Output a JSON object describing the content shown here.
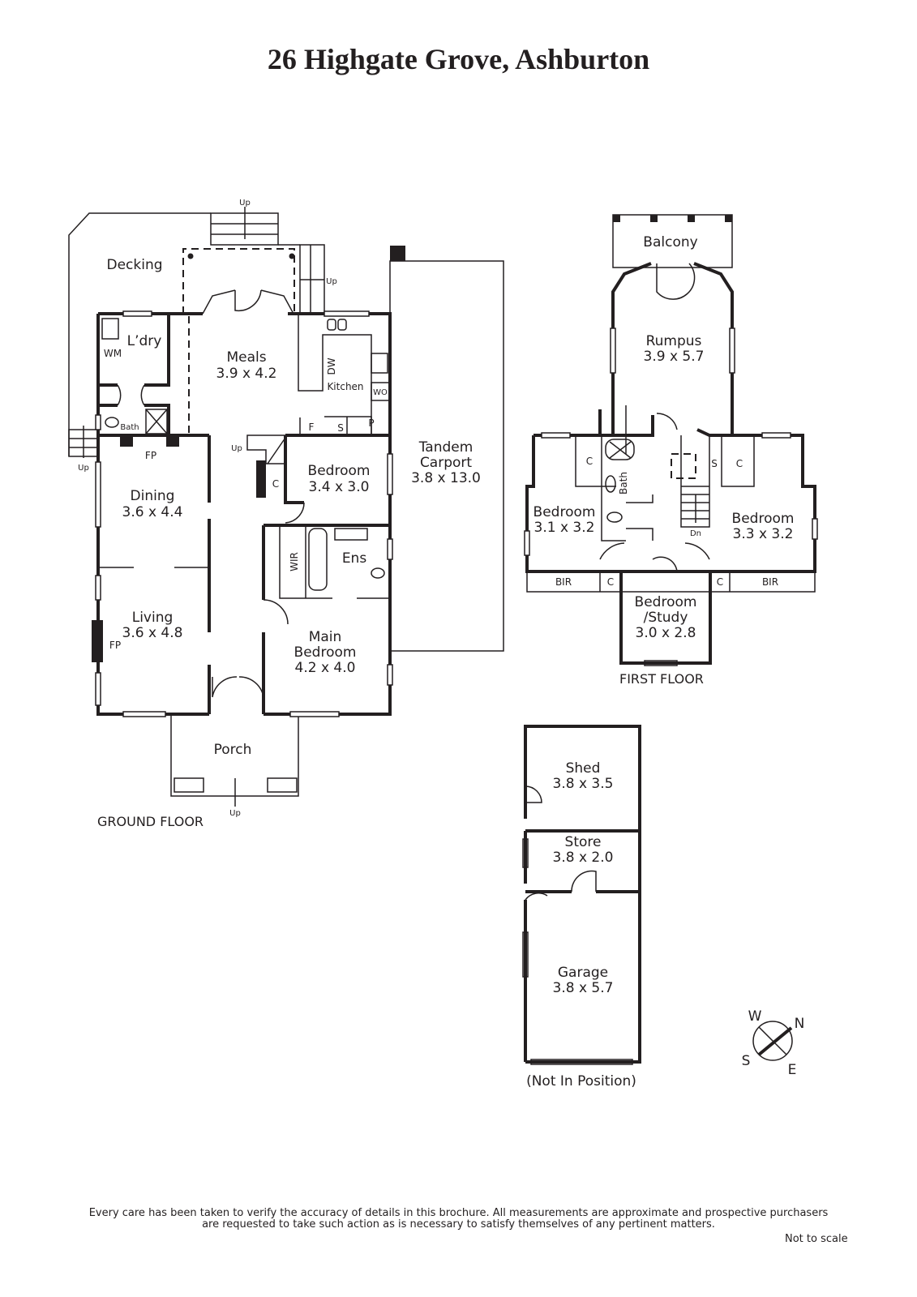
{
  "title": "26 Highgate Grove, Ashburton",
  "ground_floor": {
    "label": "GROUND FLOOR",
    "rooms": {
      "decking": "Decking",
      "laundry": "L’dry",
      "wm": "WM",
      "bath": "Bath",
      "fp1": "FP",
      "meals": "Meals",
      "meals_dim": "3.9 x 4.2",
      "kitchen": "Kitchen",
      "dw": "DW",
      "wo": "WO",
      "f": "F",
      "s": "S",
      "p": "P",
      "dining": "Dining",
      "dining_dim": "3.6 x 4.4",
      "living": "Living",
      "living_dim": "3.6 x 4.8",
      "fp2": "FP",
      "bedroom": "Bedroom",
      "bedroom_dim": "3.4 x 3.0",
      "c": "C",
      "wir": "WIR",
      "ens": "Ens",
      "main_bedroom_1": "Main",
      "main_bedroom_2": "Bedroom",
      "main_bedroom_dim": "4.2 x 4.0",
      "carport_1": "Tandem",
      "carport_2": "Carport",
      "carport_dim": "3.8 x 13.0",
      "porch": "Porch"
    },
    "up": "Up"
  },
  "first_floor": {
    "label": "FIRST FLOOR",
    "rooms": {
      "balcony": "Balcony",
      "rumpus": "Rumpus",
      "rumpus_dim": "3.9 x 5.7",
      "c": "C",
      "s": "S",
      "bath": "Bath",
      "dn": "Dn",
      "bed_left": "Bedroom",
      "bed_left_dim": "3.1 x 3.2",
      "bed_right": "Bedroom",
      "bed_right_dim": "3.3 x 3.2",
      "bir": "BIR",
      "study_1": "Bedroom",
      "study_2": "/Study",
      "study_dim": "3.0 x 2.8"
    }
  },
  "outbuildings": {
    "shed": "Shed",
    "shed_dim": "3.8 x 3.5",
    "store": "Store",
    "store_dim": "3.8 x 2.0",
    "garage": "Garage",
    "garage_dim": "3.8 x 5.7",
    "note": "(Not In Position)"
  },
  "compass": {
    "w": "W",
    "n": "N",
    "s": "S",
    "e": "E"
  },
  "disclaimer_1": "Every care has been taken to verify the accuracy of details in this brochure.  All measurements are approximate and prospective purchasers",
  "disclaimer_2": "are requested to take such action as is necessary to satisfy themselves of any pertinent matters.",
  "not_to_scale": "Not to scale"
}
